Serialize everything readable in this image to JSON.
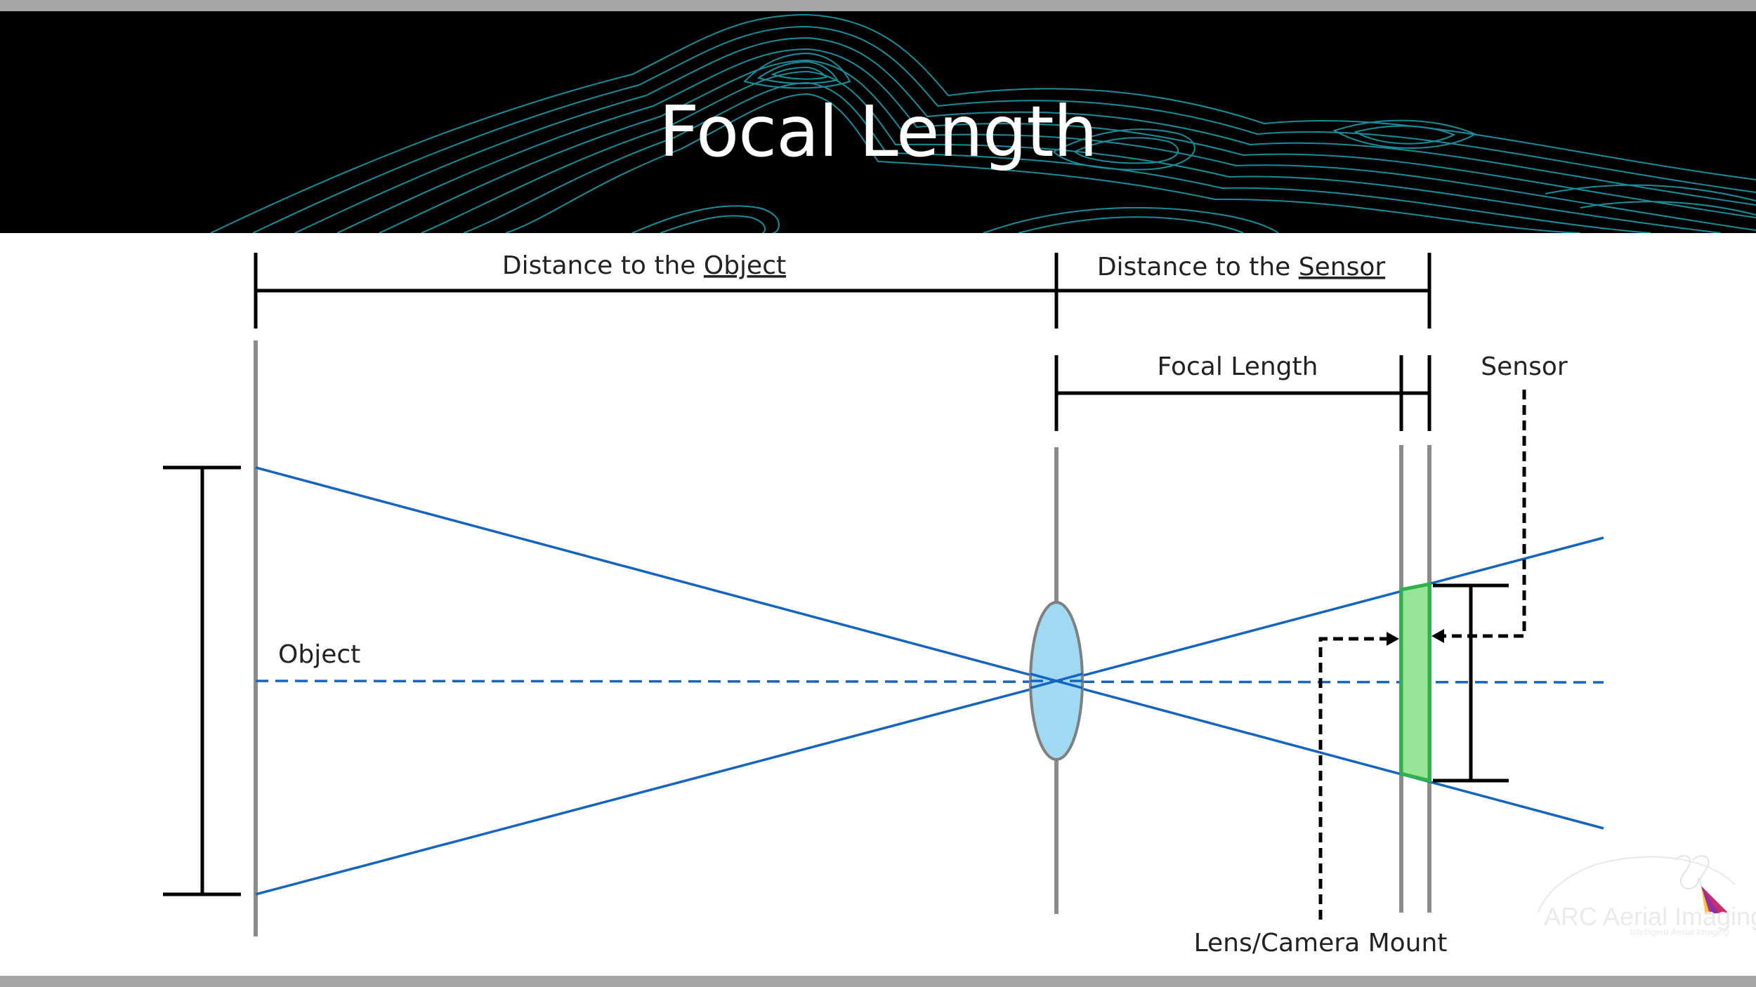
{
  "title": "Focal Length",
  "labels": {
    "distance_object_prefix": "Distance to the ",
    "distance_object_word": "Object",
    "distance_sensor_prefix": "Distance to the ",
    "distance_sensor_word": "Sensor",
    "focal_length": "Focal Length",
    "sensor": "Sensor",
    "object": "Object",
    "lens_mount": "Lens/Camera Mount"
  },
  "logo": {
    "name": "ARC Aerial Imaging",
    "tagline": "Intelligent Aerial Imaging"
  },
  "colors": {
    "banner": "#000000",
    "contour": "#1aa8b8",
    "ray": "#1565c0",
    "lens_fill": "#9fd9f2",
    "sensor_fill": "#97e597",
    "sensor_edge": "#2eb24a",
    "planes": "#8c8c8c",
    "dimension_lines": "#000000",
    "frame_bars": "#a6a6a6"
  }
}
